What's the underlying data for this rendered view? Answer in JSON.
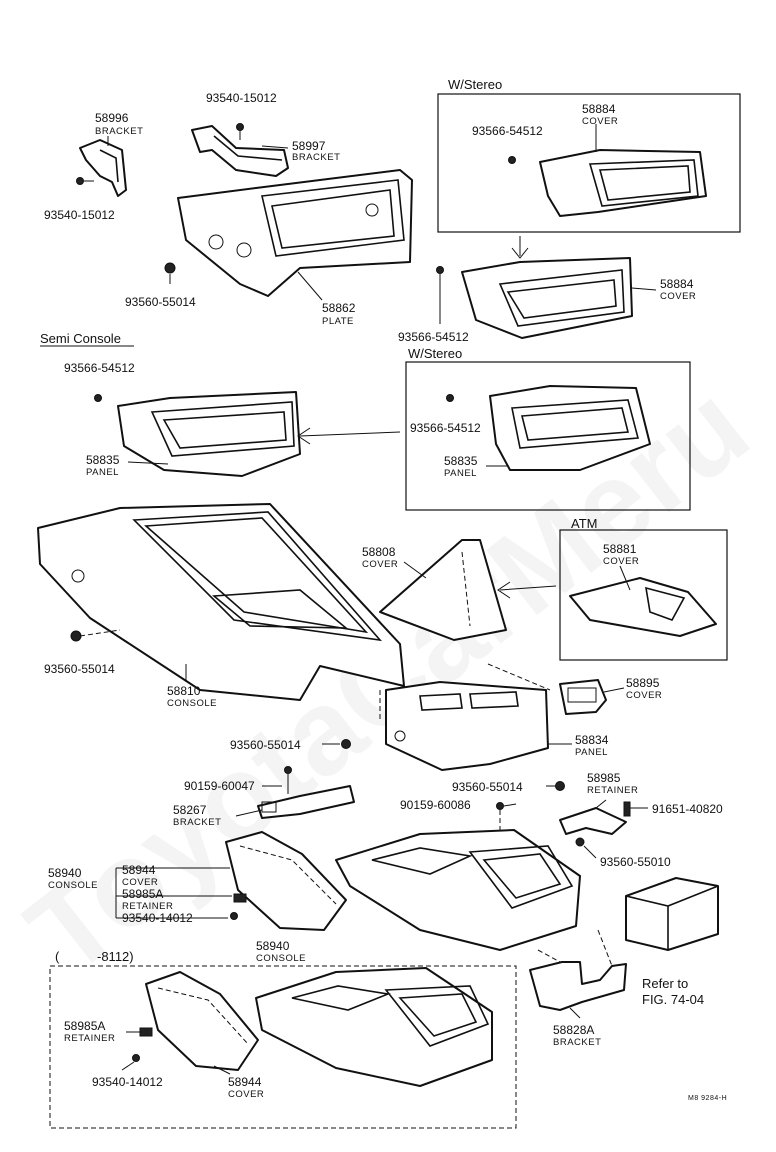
{
  "watermark": "ToyotaCarMeru",
  "footer_code": "M8 9284-H",
  "headings": {
    "semi_console": "Semi Console",
    "w_stereo_top": "W/Stereo",
    "w_stereo_mid": "W/Stereo",
    "atm": "ATM",
    "range_open": "(",
    "range_end": "-8112)"
  },
  "parts": {
    "p58996": {
      "number": "58996",
      "name": "BRACKET"
    },
    "p93540_15012_a": {
      "number": "93540-15012"
    },
    "p93540_15012_b": {
      "number": "93540-15012"
    },
    "p58997": {
      "number": "58997",
      "name": "BRACKET"
    },
    "p93560_55014_a": {
      "number": "93560-55014"
    },
    "p58862": {
      "number": "58862",
      "name": "PLATE"
    },
    "p93566_54512_a": {
      "number": "93566-54512"
    },
    "p58884_a": {
      "number": "58884",
      "name": "COVER"
    },
    "p93566_54512_b": {
      "number": "93566-54512"
    },
    "p58884_b": {
      "number": "58884",
      "name": "COVER"
    },
    "p93566_54512_c": {
      "number": "93566-54512"
    },
    "p58835_a": {
      "number": "58835",
      "name": "PANEL"
    },
    "p93566_54512_d": {
      "number": "93566-54512"
    },
    "p58835_b": {
      "number": "58835",
      "name": "PANEL"
    },
    "p58808": {
      "number": "58808",
      "name": "COVER"
    },
    "p58881": {
      "number": "58881",
      "name": "COVER"
    },
    "p93560_55014_b": {
      "number": "93560-55014"
    },
    "p58810": {
      "number": "58810",
      "name": "CONSOLE"
    },
    "p58895": {
      "number": "58895",
      "name": "COVER"
    },
    "p93560_55014_c": {
      "number": "93560-55014"
    },
    "p58834": {
      "number": "58834",
      "name": "PANEL"
    },
    "p90159_60047": {
      "number": "90159-60047"
    },
    "p93560_55014_d": {
      "number": "93560-55014"
    },
    "p58985": {
      "number": "58985",
      "name": "RETAINER"
    },
    "p58267": {
      "number": "58267",
      "name": "BRACKET"
    },
    "p90159_60086": {
      "number": "90159-60086"
    },
    "p91651_40820": {
      "number": "91651-40820"
    },
    "p93560_55010": {
      "number": "93560-55010"
    },
    "p58940_a": {
      "number": "58940",
      "name": "CONSOLE"
    },
    "p58944_a": {
      "number": "58944",
      "name": "COVER"
    },
    "p58985a_a": {
      "number": "58985A",
      "name": "RETAINER"
    },
    "p93540_14012_a": {
      "number": "93540-14012"
    },
    "p58940_b": {
      "number": "58940",
      "name": "CONSOLE"
    },
    "p58985a_b": {
      "number": "58985A",
      "name": "RETAINER"
    },
    "p93540_14012_b": {
      "number": "93540-14012"
    },
    "p58944_b": {
      "number": "58944",
      "name": "COVER"
    },
    "p58828a": {
      "number": "58828A",
      "name": "BRACKET"
    }
  },
  "refer_note": {
    "line1": "Refer to",
    "line2": "FIG. 74-04"
  }
}
